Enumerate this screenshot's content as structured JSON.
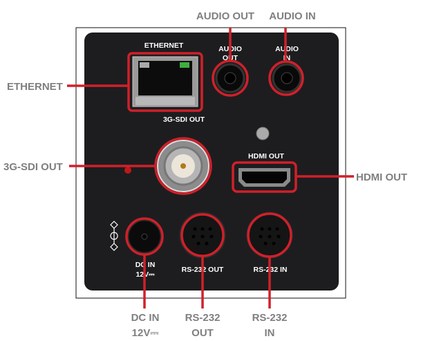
{
  "callouts": {
    "audio_out": "AUDIO OUT",
    "audio_in": "AUDIO IN",
    "ethernet": "ETHERNET",
    "sdi_out": "3G-SDI OUT",
    "hdmi_out": "HDMI OUT",
    "dc_in_line1": "DC IN",
    "dc_in_line2": "12V⎓",
    "rs232_out_line1": "RS-232",
    "rs232_out_line2": "OUT",
    "rs232_in_line1": "RS-232",
    "rs232_in_line2": "IN"
  },
  "panel_labels": {
    "ethernet": "ETHERNET",
    "audio_out_line1": "AUDIO",
    "audio_out_line2": "OUT",
    "audio_in_line1": "AUDIO",
    "audio_in_line2": "IN",
    "sdi_out": "3G-SDI OUT",
    "hdmi_out": "HDMI OUT",
    "dc_in_line1": "DC IN",
    "dc_in_line2": "12V⎓",
    "rs232_out": "RS-232 OUT",
    "rs232_in": "RS-232 IN"
  },
  "colors": {
    "callout": "#d0202a",
    "panel": "#1c1c1e",
    "label": "#7f7f7f"
  }
}
